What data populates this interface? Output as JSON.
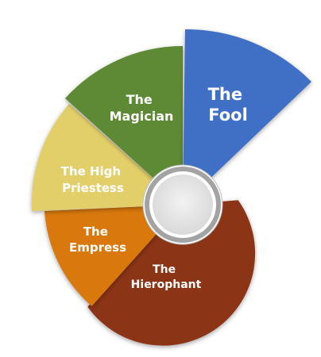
{
  "segments": [
    {
      "id": "fool",
      "lines": [
        "The",
        "Fool"
      ],
      "color": "#3f6fc6"
    },
    {
      "id": "magician",
      "lines": [
        "The",
        "Magician"
      ],
      "color": "#5e8a36"
    },
    {
      "id": "priestess",
      "lines": [
        "The High",
        "Priestess"
      ],
      "color": "#e3cf6b"
    },
    {
      "id": "empress",
      "lines": [
        "The",
        "Empress"
      ],
      "color": "#d9780f"
    },
    {
      "id": "hierophant",
      "lines": [
        "The",
        "Hierophant"
      ],
      "color": "#8c3517"
    }
  ],
  "center": {
    "ring_color": "#a3a3a3",
    "fill_color": "#e8e8e8"
  }
}
